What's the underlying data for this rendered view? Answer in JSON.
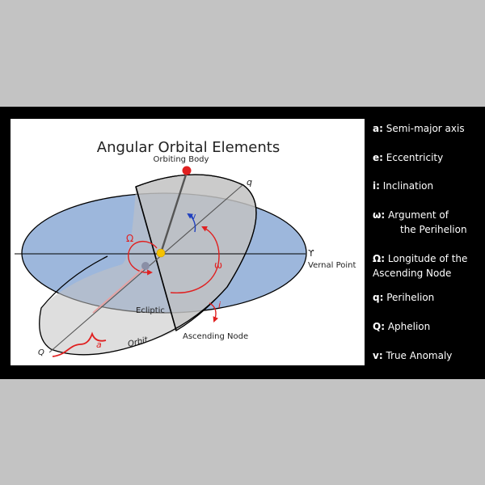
{
  "diagram": {
    "title": "Angular Orbital Elements",
    "labels": {
      "orbiting_body": "Orbiting Body",
      "q_small": "q",
      "nu": "v",
      "omega_upper": "Ω",
      "omega_lower": "ω",
      "aries": "ϒ",
      "vernal_point": "Vernal Point",
      "ecliptic": "Ecliptic",
      "inclination": "i",
      "ascending_node": "Ascending Node",
      "q_big": "Q",
      "a": "a",
      "orbit": "Orbit"
    },
    "colors": {
      "ecliptic_fill": "#9db7dc",
      "orbit_fill": "#c2c2c2",
      "annotation_red": "#e02020",
      "annotation_blue": "#1f3fbf",
      "sun": "#f5c200",
      "body": "#e02020"
    }
  },
  "legend": {
    "items": [
      {
        "key": "a:",
        "text": "Semi-major axis",
        "cont": ""
      },
      {
        "key": "e:",
        "text": "Eccentricity",
        "cont": ""
      },
      {
        "key": "i:",
        "text": "Inclination",
        "cont": ""
      },
      {
        "key": "ω:",
        "text": "Argument of",
        "cont": "the Perihelion"
      },
      {
        "key": "Ω:",
        "text": "Longitude of the Ascending Node",
        "cont": ""
      },
      {
        "key": "q:",
        "text": "Perihelion",
        "cont": ""
      },
      {
        "key": "Q:",
        "text": "Aphelion",
        "cont": ""
      },
      {
        "key": "v:",
        "text": "True Anomaly",
        "cont": ""
      }
    ]
  }
}
